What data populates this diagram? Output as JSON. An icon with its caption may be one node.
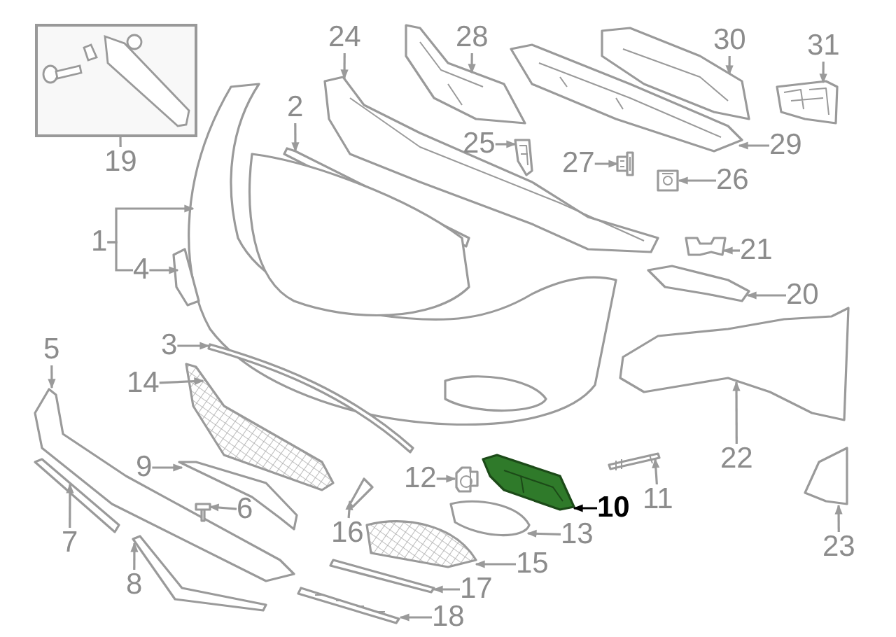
{
  "diagram": {
    "nodes": [
      {
        "text": [],
        "shape": "box"
      },
      {
        "text": [
          "19"
        ]
      },
      {
        "text": [
          "24"
        ]
      },
      {
        "text": [
          "28"
        ]
      },
      {
        "text": [
          "30"
        ]
      },
      {
        "text": [
          "31"
        ]
      },
      {
        "text": [
          "2"
        ]
      },
      {
        "text": [
          "25"
        ]
      },
      {
        "text": [
          "27"
        ]
      },
      {
        "text": [
          "26"
        ]
      },
      {
        "text": [
          "29"
        ]
      },
      {
        "text": [
          "1"
        ]
      },
      {
        "text": [
          "4"
        ]
      },
      {
        "text": [
          "21"
        ]
      },
      {
        "text": [
          "20"
        ]
      },
      {
        "text": [
          "5"
        ]
      },
      {
        "text": [
          "3"
        ]
      },
      {
        "text": [
          "14"
        ]
      },
      {
        "text": [
          "22"
        ]
      },
      {
        "text": [
          "12"
        ]
      },
      {
        "text": [
          "9"
        ]
      },
      {
        "text": [
          "11"
        ]
      },
      {
        "text": [
          "6"
        ]
      },
      {
        "text": [
          "10"
        ]
      },
      {
        "text": [
          "16"
        ]
      },
      {
        "text": [
          "13"
        ]
      },
      {
        "text": [
          "23"
        ]
      },
      {
        "text": [
          "7"
        ]
      },
      {
        "text": [
          "15"
        ]
      },
      {
        "text": [
          "17"
        ]
      },
      {
        "text": [
          "8"
        ]
      },
      {
        "text": [
          "18"
        ]
      },
      {
        "text": [],
        "shape": "picture"
      },
      {
        "text": [],
        "shape": "picture"
      },
      {
        "text": [],
        "shape": "picture"
      },
      {
        "text": [],
        "shape": "picture"
      },
      {
        "text": [],
        "shape": "picture"
      },
      {
        "text": [],
        "shape": "picture"
      },
      {
        "text": [],
        "shape": "picture"
      },
      {
        "text": [],
        "shape": "picture"
      },
      {
        "text": [],
        "shape": "picture"
      },
      {
        "text": [],
        "shape": "picture"
      },
      {
        "text": [],
        "shape": "picture"
      },
      {
        "text": [],
        "shape": "picture"
      },
      {
        "text": [],
        "shape": "picture"
      },
      {
        "text": [],
        "shape": "picture"
      },
      {
        "text": [],
        "shape": "picture"
      },
      {
        "text": [],
        "shape": "picture"
      },
      {
        "text": [],
        "shape": "picture"
      },
      {
        "text": [],
        "shape": "picture"
      },
      {
        "text": [],
        "shape": "picture"
      },
      {
        "text": [],
        "shape": "picture"
      },
      {
        "text": [],
        "shape": "picture"
      },
      {
        "text": [],
        "shape": "picture"
      },
      {
        "text": [],
        "shape": "picture"
      },
      {
        "text": [],
        "shape": "picture"
      },
      {
        "text": [],
        "shape": "picture"
      },
      {
        "text": [],
        "shape": "picture"
      },
      {
        "text": [],
        "shape": "picture"
      },
      {
        "text": [],
        "shape": "picture"
      },
      {
        "text": [],
        "shape": "picture"
      },
      {
        "text": [],
        "shape": "picture"
      }
    ],
    "edges": [
      {
        "from": 1,
        "to": 0,
        "arrow": "none"
      },
      {
        "from": 2,
        "to": 32,
        "arrow": "to"
      },
      {
        "from": 3,
        "to": 33,
        "arrow": "to"
      },
      {
        "from": 4,
        "to": 34,
        "arrow": "to"
      },
      {
        "from": 5,
        "to": 35,
        "arrow": "to"
      },
      {
        "from": 6,
        "to": 36,
        "arrow": "to"
      },
      {
        "from": 7,
        "to": 37,
        "arrow": "to"
      },
      {
        "from": 8,
        "to": 38,
        "arrow": "to"
      },
      {
        "from": 9,
        "to": 39,
        "arrow": "to"
      },
      {
        "from": 10,
        "to": 40,
        "arrow": "to"
      },
      {
        "from": 11,
        "to": 41,
        "arrow": "to"
      },
      {
        "from": 11,
        "to": 12,
        "arrow": "none"
      },
      {
        "from": 12,
        "to": 42,
        "arrow": "to"
      },
      {
        "from": 13,
        "to": 43,
        "arrow": "to"
      },
      {
        "from": 14,
        "to": 44,
        "arrow": "to"
      },
      {
        "from": 15,
        "to": 45,
        "arrow": "to"
      },
      {
        "from": 16,
        "to": 46,
        "arrow": "to"
      },
      {
        "from": 17,
        "to": 47,
        "arrow": "to"
      },
      {
        "from": 18,
        "to": 48,
        "arrow": "to"
      },
      {
        "from": 19,
        "to": 49,
        "arrow": "to"
      },
      {
        "from": 20,
        "to": 50,
        "arrow": "to"
      },
      {
        "from": 21,
        "to": 51,
        "arrow": "to"
      },
      {
        "from": 22,
        "to": 52,
        "arrow": "to"
      },
      {
        "from": 23,
        "to": 53,
        "arrow": "to",
        "color": "#000000"
      },
      {
        "from": 24,
        "to": 54,
        "arrow": "to"
      },
      {
        "from": 25,
        "to": 55,
        "arrow": "to"
      },
      {
        "from": 26,
        "to": 56,
        "arrow": "to"
      },
      {
        "from": 27,
        "to": 57,
        "arrow": "to"
      },
      {
        "from": 28,
        "to": 58,
        "arrow": "to"
      },
      {
        "from": 29,
        "to": 59,
        "arrow": "to"
      },
      {
        "from": 30,
        "to": 60,
        "arrow": "to"
      },
      {
        "from": 31,
        "to": 61,
        "arrow": "to"
      }
    ]
  }
}
